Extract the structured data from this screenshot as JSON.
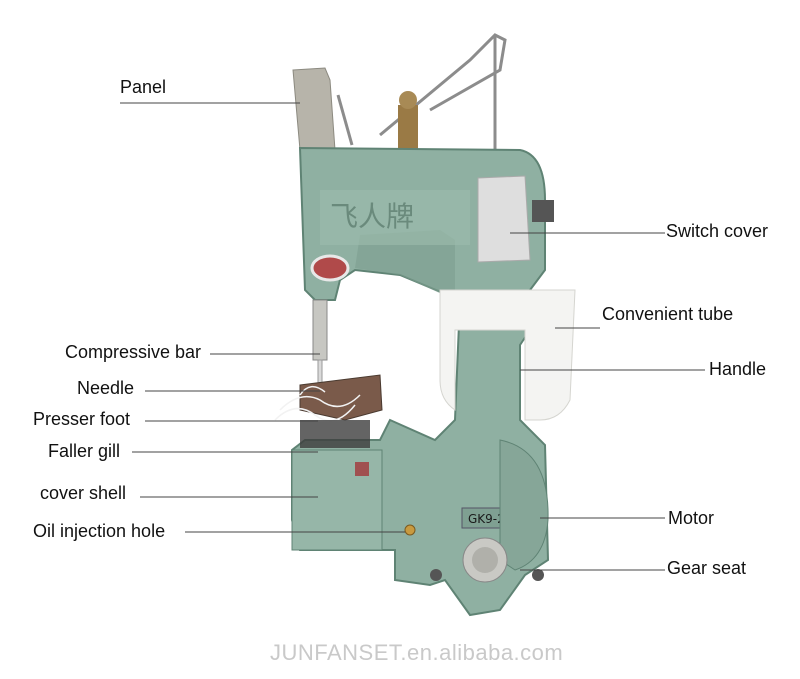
{
  "labels": {
    "panel": "Panel",
    "switch_cover": "Switch cover",
    "convenient_tube": "Convenient tube",
    "handle": "Handle",
    "compressive_bar": "Compressive bar",
    "needle": "Needle",
    "presser_foot": "Presser foot",
    "faller_gill": "Faller gill",
    "cover_shell": "cover shell",
    "oil_injection_hole": "Oil injection hole",
    "motor": "Motor",
    "gear_seat": "Gear seat"
  },
  "machine": {
    "brand_chars": "飞人牌",
    "model": "GK9-2"
  },
  "watermark": "JUNFANSET.en.alibaba.com",
  "colors": {
    "body": "#8fb0a2",
    "body_dark": "#6f9384",
    "metal": "#b9b9b4",
    "tube": "#f4f4f2",
    "leader": "#444444"
  }
}
